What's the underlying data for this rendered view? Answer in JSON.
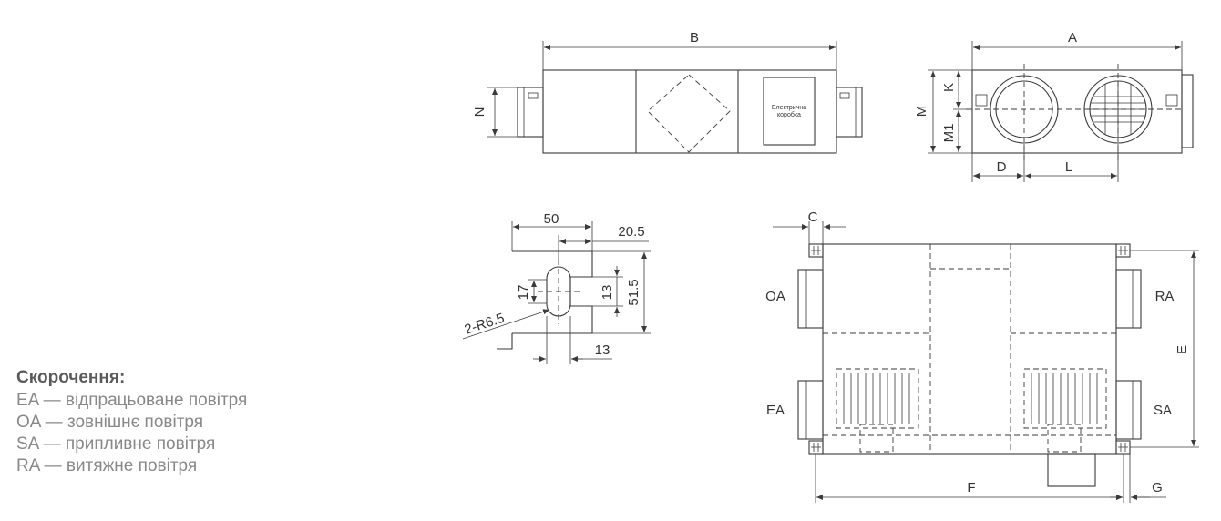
{
  "dims": {
    "A": "A",
    "B": "B",
    "N": "N",
    "M": "M",
    "K": "K",
    "M1": "M1",
    "D": "D",
    "L": "L",
    "C": "C",
    "E": "E",
    "F": "F",
    "G": "G",
    "d50": "50",
    "d205": "20.5",
    "d515": "51.5",
    "d17": "17",
    "d13a": "13",
    "d13b": "13",
    "r65": "2-R6.5"
  },
  "box_label_1": "Електрична",
  "box_label_2": "коробка",
  "ports": {
    "OA": "OA",
    "RA": "RA",
    "EA": "EA",
    "SA": "SA"
  },
  "legend": {
    "title": "Скорочення:",
    "items": [
      "EA — відпрацьоване повітря",
      "OA — зовнішнє повітря",
      "SA — припливне повітря",
      "RA — витяжне повітря"
    ]
  }
}
